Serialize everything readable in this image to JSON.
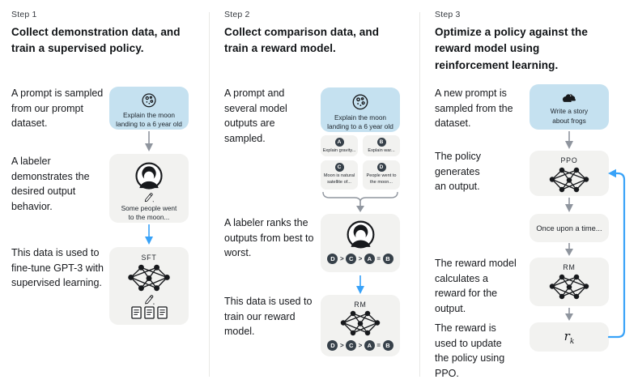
{
  "palette": {
    "blue_box": "#c5e1f0",
    "gray_box": "#f2f2f0",
    "chip": "#364049",
    "arrow_gray": "#8f959e",
    "arrow_blue": "#38a2f8"
  },
  "icons": [
    "moon-icon",
    "frog-icon",
    "labeler-icon",
    "neural-network-icon",
    "pencil-icon",
    "documents-icon"
  ],
  "columns": [
    {
      "step": "Step 1",
      "title": "Collect demonstration data, and train a supervised policy.",
      "p1": "A prompt is sampled from our prompt dataset.",
      "p2": "A labeler demonstrates the desired output behavior.",
      "p3": "This data is used to fine-tune GPT-3 with supervised learning.",
      "prompt_lines": [
        "Explain the moon",
        "landing to a 6 year old"
      ],
      "labeler_lines": [
        "Some people went",
        "to the moon..."
      ],
      "model_label": "SFT"
    },
    {
      "step": "Step 2",
      "title": "Collect comparison data, and train a reward model.",
      "p1": "A prompt and several model outputs are sampled.",
      "p2": "A labeler ranks the outputs from best to worst.",
      "p3": "This data is used to train our reward model.",
      "prompt_lines": [
        "Explain the moon",
        "landing to a 6 year old"
      ],
      "outputs": [
        {
          "id": "A",
          "lines": [
            "Explain gravity..."
          ]
        },
        {
          "id": "B",
          "lines": [
            "Explain war..."
          ]
        },
        {
          "id": "C",
          "lines": [
            "Moon is natural",
            "satellite of..."
          ]
        },
        {
          "id": "D",
          "lines": [
            "People went to",
            "the moon..."
          ]
        }
      ],
      "ranking": {
        "order": [
          "D",
          "C",
          "A",
          "B"
        ],
        "separators": [
          ">",
          ">",
          "="
        ]
      },
      "model_label": "RM"
    },
    {
      "step": "Step 3",
      "title": "Optimize a policy against the reward model using reinforcement learning.",
      "p1": "A new prompt is sampled from the dataset.",
      "p2": "The policy generates an output.",
      "p3": "The reward model calculates a reward for the output.",
      "p4": "The reward is used to update the policy using PPO.",
      "prompt_lines": [
        "Write a story",
        "about frogs"
      ],
      "policy_label": "PPO",
      "output_text": "Once upon a time...",
      "rm_label": "RM",
      "reward_symbol": "r",
      "reward_sub": "k"
    }
  ]
}
